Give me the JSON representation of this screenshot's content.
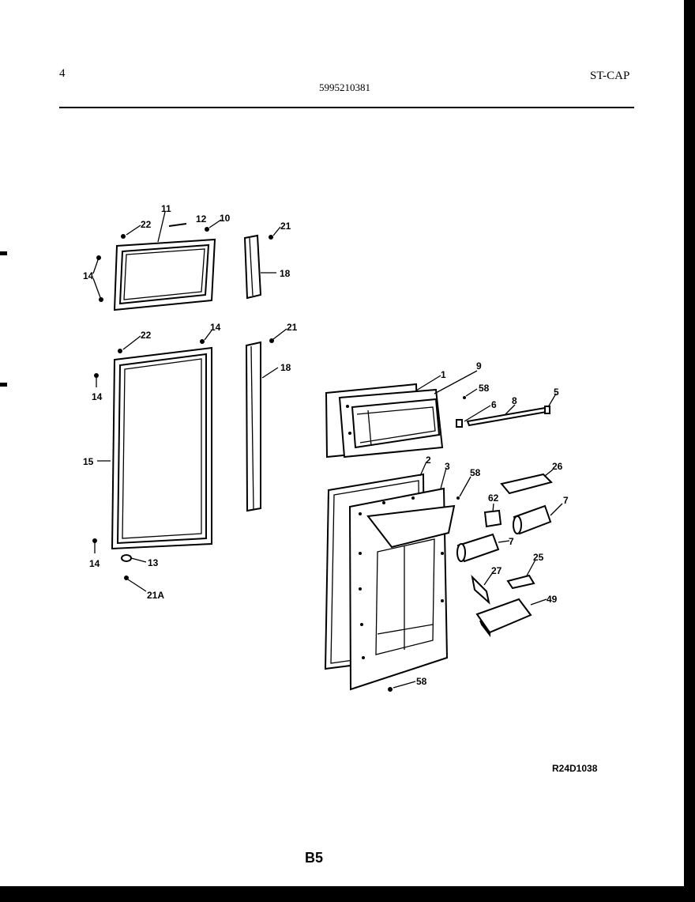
{
  "header": {
    "page_number": "4",
    "part_number": "5995210381",
    "model_code": "ST-CAP"
  },
  "diagram": {
    "code": "R24D1038",
    "callouts": {
      "c11": "11",
      "c12": "12",
      "c10": "10",
      "c22a": "22",
      "c14a": "14",
      "c21a": "21",
      "c18a": "18",
      "c22b": "22",
      "c14b": "14",
      "c21b": "21",
      "c14c": "14",
      "c18b": "18",
      "c15": "15",
      "c14d": "14",
      "c13": "13",
      "c21A": "21A",
      "c1": "1",
      "c9": "9",
      "c58a": "58",
      "c6": "6",
      "c8": "8",
      "c5": "5",
      "c2": "2",
      "c3": "3",
      "c58b": "58",
      "c26": "26",
      "c62": "62",
      "c7a": "7",
      "c7b": "7",
      "c27": "27",
      "c25": "25",
      "c49": "49",
      "c58c": "58"
    }
  },
  "footer": {
    "page_label": "B5"
  }
}
